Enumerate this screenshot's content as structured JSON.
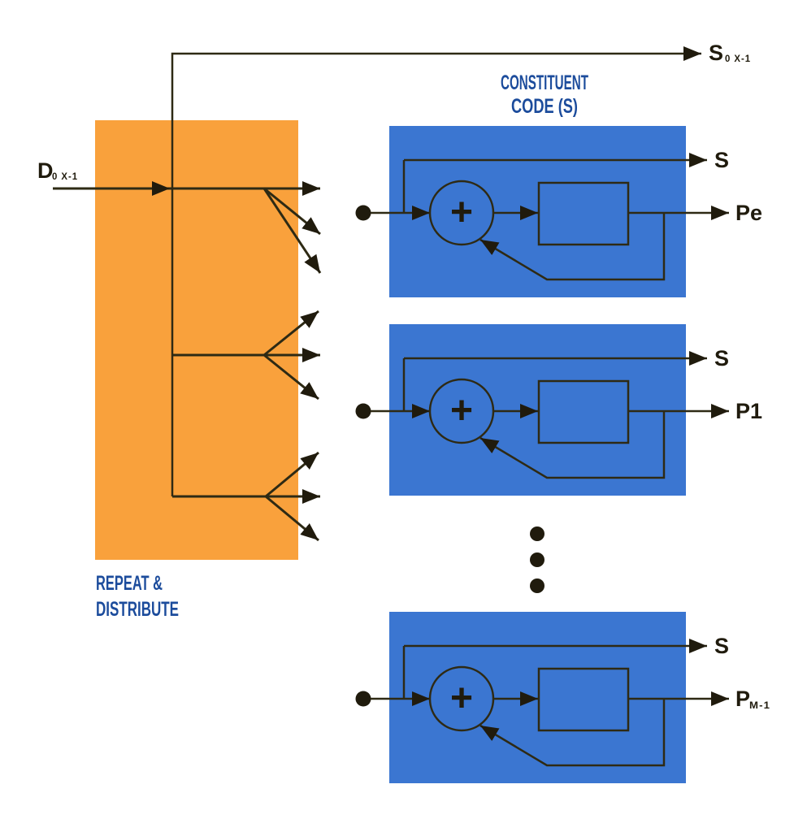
{
  "colors": {
    "background": "#ffffff",
    "repeat_block_fill": "#F9A13C",
    "code_block_fill": "#3B76D1",
    "wire": "#2E2A14",
    "arrow": "#201B0D",
    "signal_text": "#201B0D",
    "heading_text": "#1C4C9C"
  },
  "headings": {
    "constituent_line1": "CONSTITUENT",
    "constituent_line2": "CODE (S)",
    "repeat_line1": "REPEAT &",
    "repeat_line2": "DISTRIBUTE"
  },
  "signals": {
    "top_output": {
      "main": "S",
      "sub": "0 X-1"
    },
    "input": {
      "main": "D",
      "sub": "0 X-1"
    }
  },
  "adder_symbol": "+",
  "code_blocks": [
    {
      "systematic_label": "S",
      "parity_main": "Pe",
      "parity_sub": ""
    },
    {
      "systematic_label": "S",
      "parity_main": "P1",
      "parity_sub": ""
    },
    {
      "systematic_label": "S",
      "parity_main": "P",
      "parity_sub": "M-1"
    }
  ],
  "ellipsis_count": 3
}
